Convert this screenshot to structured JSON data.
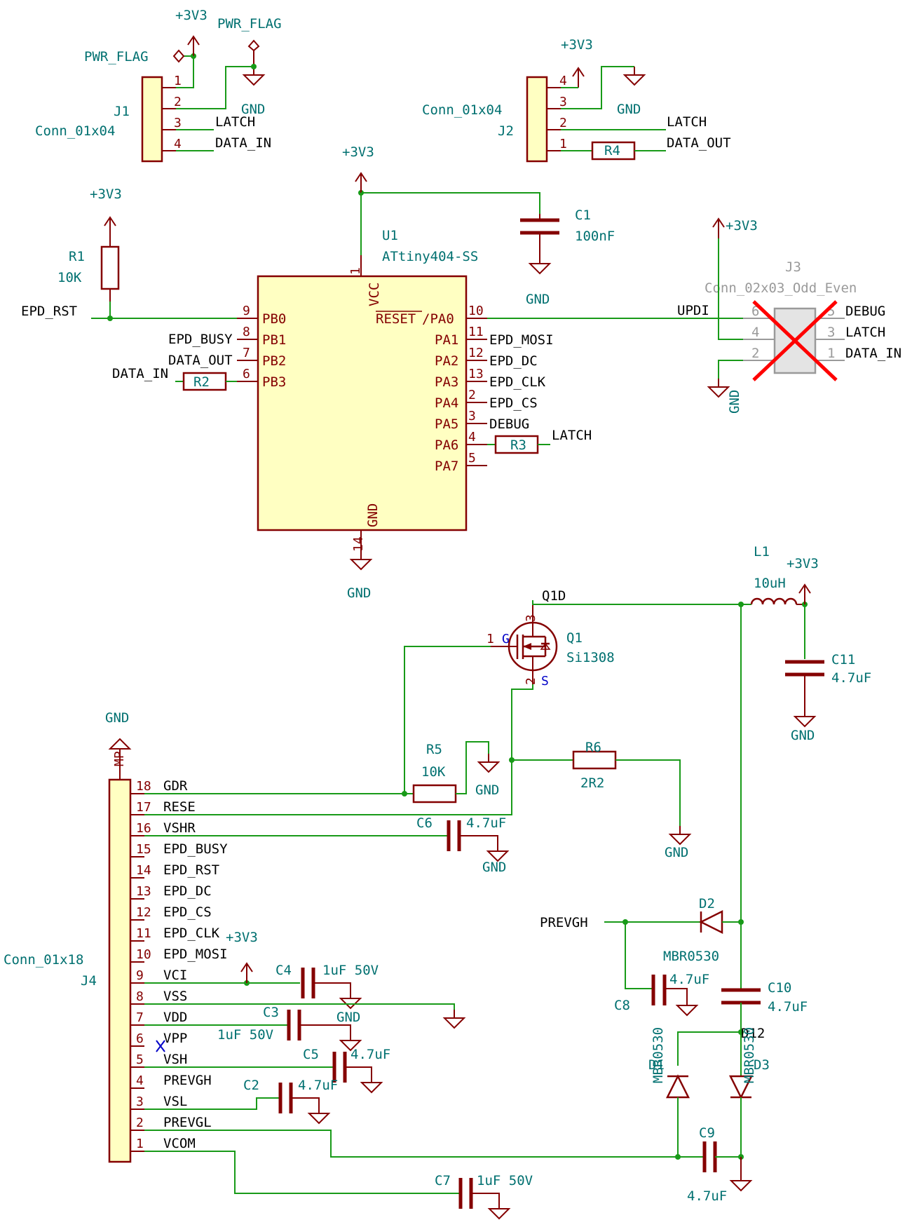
{
  "power": {
    "v3": "+3V3",
    "gnd": "GND",
    "pwr_flag": "PWR_FLAG"
  },
  "j1": {
    "ref": "J1",
    "value": "Conn_01x04",
    "pins": [
      "1",
      "2",
      "3",
      "4"
    ],
    "nets": {
      "latch": "LATCH",
      "data_in": "DATA_IN"
    }
  },
  "j2": {
    "ref": "J2",
    "value": "Conn_01x04",
    "pins": [
      "4",
      "3",
      "2",
      "1"
    ],
    "r4": "R4",
    "nets": {
      "latch": "LATCH",
      "data_out": "DATA_OUT"
    }
  },
  "r1": {
    "ref": "R1",
    "value": "10K"
  },
  "c1": {
    "ref": "C1",
    "value": "100nF"
  },
  "u1": {
    "ref": "U1",
    "value": "ATtiny404-SS",
    "vcc": "VCC",
    "gnd": "GND",
    "vcc_pin": "1",
    "gnd_pin": "14",
    "left": [
      {
        "num": "9",
        "name": "PB0",
        "net": "EPD_RST"
      },
      {
        "num": "8",
        "name": "PB1",
        "net": "EPD_BUSY"
      },
      {
        "num": "7",
        "name": "PB2",
        "net": "DATA_OUT"
      },
      {
        "num": "6",
        "name": "PB3",
        "net": "DATA_IN"
      }
    ],
    "right": [
      {
        "num": "10",
        "name": "RESET/PA0",
        "net": "UPDI"
      },
      {
        "num": "11",
        "name": "PA1",
        "net": "EPD_MOSI"
      },
      {
        "num": "12",
        "name": "PA2",
        "net": "EPD_DC"
      },
      {
        "num": "13",
        "name": "PA3",
        "net": "EPD_CLK"
      },
      {
        "num": "2",
        "name": "PA4",
        "net": "EPD_CS"
      },
      {
        "num": "3",
        "name": "PA5",
        "net": "DEBUG"
      },
      {
        "num": "4",
        "name": "PA6",
        "net": "LATCH"
      },
      {
        "num": "5",
        "name": "PA7",
        "net": ""
      }
    ],
    "reset_over": "RESET",
    "pa0_suffix": "/PA0"
  },
  "r2": {
    "ref": "R2"
  },
  "r3": {
    "ref": "R3"
  },
  "j3": {
    "ref": "J3",
    "value": "Conn_02x03_Odd_Even",
    "pins_left": [
      "6",
      "4",
      "2"
    ],
    "pins_right": [
      "5",
      "3",
      "1"
    ],
    "nets": [
      "DEBUG",
      "LATCH",
      "DATA_IN"
    ]
  },
  "q1": {
    "ref": "Q1",
    "value": "Si1308",
    "net": "Q1D",
    "g": "G",
    "s": "S",
    "p1": "1",
    "p2": "2",
    "p3": "3"
  },
  "l1": {
    "ref": "L1",
    "value": "10uH"
  },
  "c11": {
    "ref": "C11",
    "value": "4.7uF"
  },
  "r5": {
    "ref": "R5",
    "value": "10K"
  },
  "r6": {
    "ref": "R6",
    "value": "2R2"
  },
  "c6": {
    "ref": "C6",
    "value": "4.7uF"
  },
  "c4": {
    "ref": "C4",
    "value": "1uF 50V"
  },
  "c3": {
    "ref": "C3",
    "value": "1uF 50V"
  },
  "c5": {
    "ref": "C5",
    "value": "4.7uF"
  },
  "c2": {
    "ref": "C2",
    "value": "4.7uF"
  },
  "c7": {
    "ref": "C7",
    "value": "1uF 50V"
  },
  "c8": {
    "ref": "C8",
    "value": "4.7uF"
  },
  "c9": {
    "ref": "C9",
    "value": "4.7uF"
  },
  "c10": {
    "ref": "C10",
    "value": "4.7uF"
  },
  "d1": {
    "ref": "D1",
    "value": "MBR0530"
  },
  "d2": {
    "ref": "D2",
    "value": "MBR0530"
  },
  "d3": {
    "ref": "D3",
    "value": "MBR0530"
  },
  "nets": {
    "prevgh": "PREVGH",
    "d12": "D12"
  },
  "j4": {
    "ref": "J4",
    "value": "Conn_01x18",
    "mp": "MP",
    "pins": [
      {
        "num": "18",
        "name": "GDR"
      },
      {
        "num": "17",
        "name": "RESE"
      },
      {
        "num": "16",
        "name": "VSHR"
      },
      {
        "num": "15",
        "name": "EPD_BUSY"
      },
      {
        "num": "14",
        "name": "EPD_RST"
      },
      {
        "num": "13",
        "name": "EPD_DC"
      },
      {
        "num": "12",
        "name": "EPD_CS"
      },
      {
        "num": "11",
        "name": "EPD_CLK"
      },
      {
        "num": "10",
        "name": "EPD_MOSI"
      },
      {
        "num": "9",
        "name": "VCI"
      },
      {
        "num": "8",
        "name": "VSS"
      },
      {
        "num": "7",
        "name": "VDD"
      },
      {
        "num": "6",
        "name": "VPP"
      },
      {
        "num": "5",
        "name": "VSH"
      },
      {
        "num": "4",
        "name": "PREVGH"
      },
      {
        "num": "3",
        "name": "VSL"
      },
      {
        "num": "2",
        "name": "PREVGL"
      },
      {
        "num": "1",
        "name": "VCOM"
      }
    ]
  }
}
